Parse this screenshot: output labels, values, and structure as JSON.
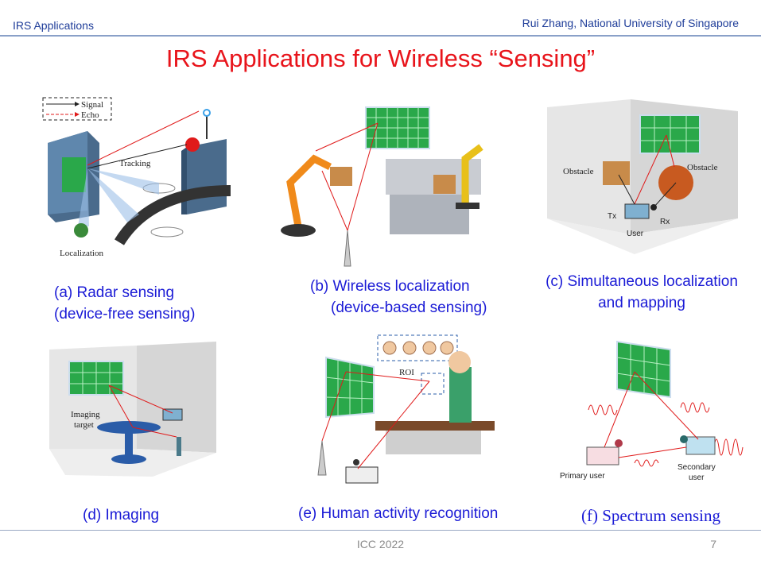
{
  "header": {
    "left": "IRS Applications",
    "right": "Rui Zhang, National University of Singapore"
  },
  "title": "IRS Applications for Wireless “Sensing”",
  "panels": {
    "a": {
      "caption_1": "(a)  Radar sensing",
      "caption_2": "(device-free sensing)",
      "legend_signal": "Signal",
      "legend_echo": "Echo",
      "tracking": "Tracking",
      "localization": "Localization"
    },
    "b": {
      "caption_1": "(b) Wireless  localization",
      "caption_2": "(device-based sensing)"
    },
    "c": {
      "caption_1": "(c) Simultaneous localization",
      "caption_2": "and mapping",
      "obstacle_left": "Obstacle",
      "obstacle_right": "Obstacle",
      "tx": "Tx",
      "rx": "Rx",
      "user": "User"
    },
    "d": {
      "caption": "(d) Imaging",
      "target_1": "Imaging",
      "target_2": "target"
    },
    "e": {
      "caption": "(e) Human activity recognition",
      "roi": "ROI"
    },
    "f": {
      "caption": "(f) Spectrum sensing",
      "primary": "Primary user",
      "secondary_1": "Secondary",
      "secondary_2": "user"
    }
  },
  "footer": {
    "center": "ICC 2022",
    "page": "7"
  },
  "colors": {
    "title": "#e8141b",
    "caption": "#1b1bd6",
    "header": "#1f3d99",
    "irs_green": "#2aa84a",
    "signal_red": "#e01a1a"
  }
}
